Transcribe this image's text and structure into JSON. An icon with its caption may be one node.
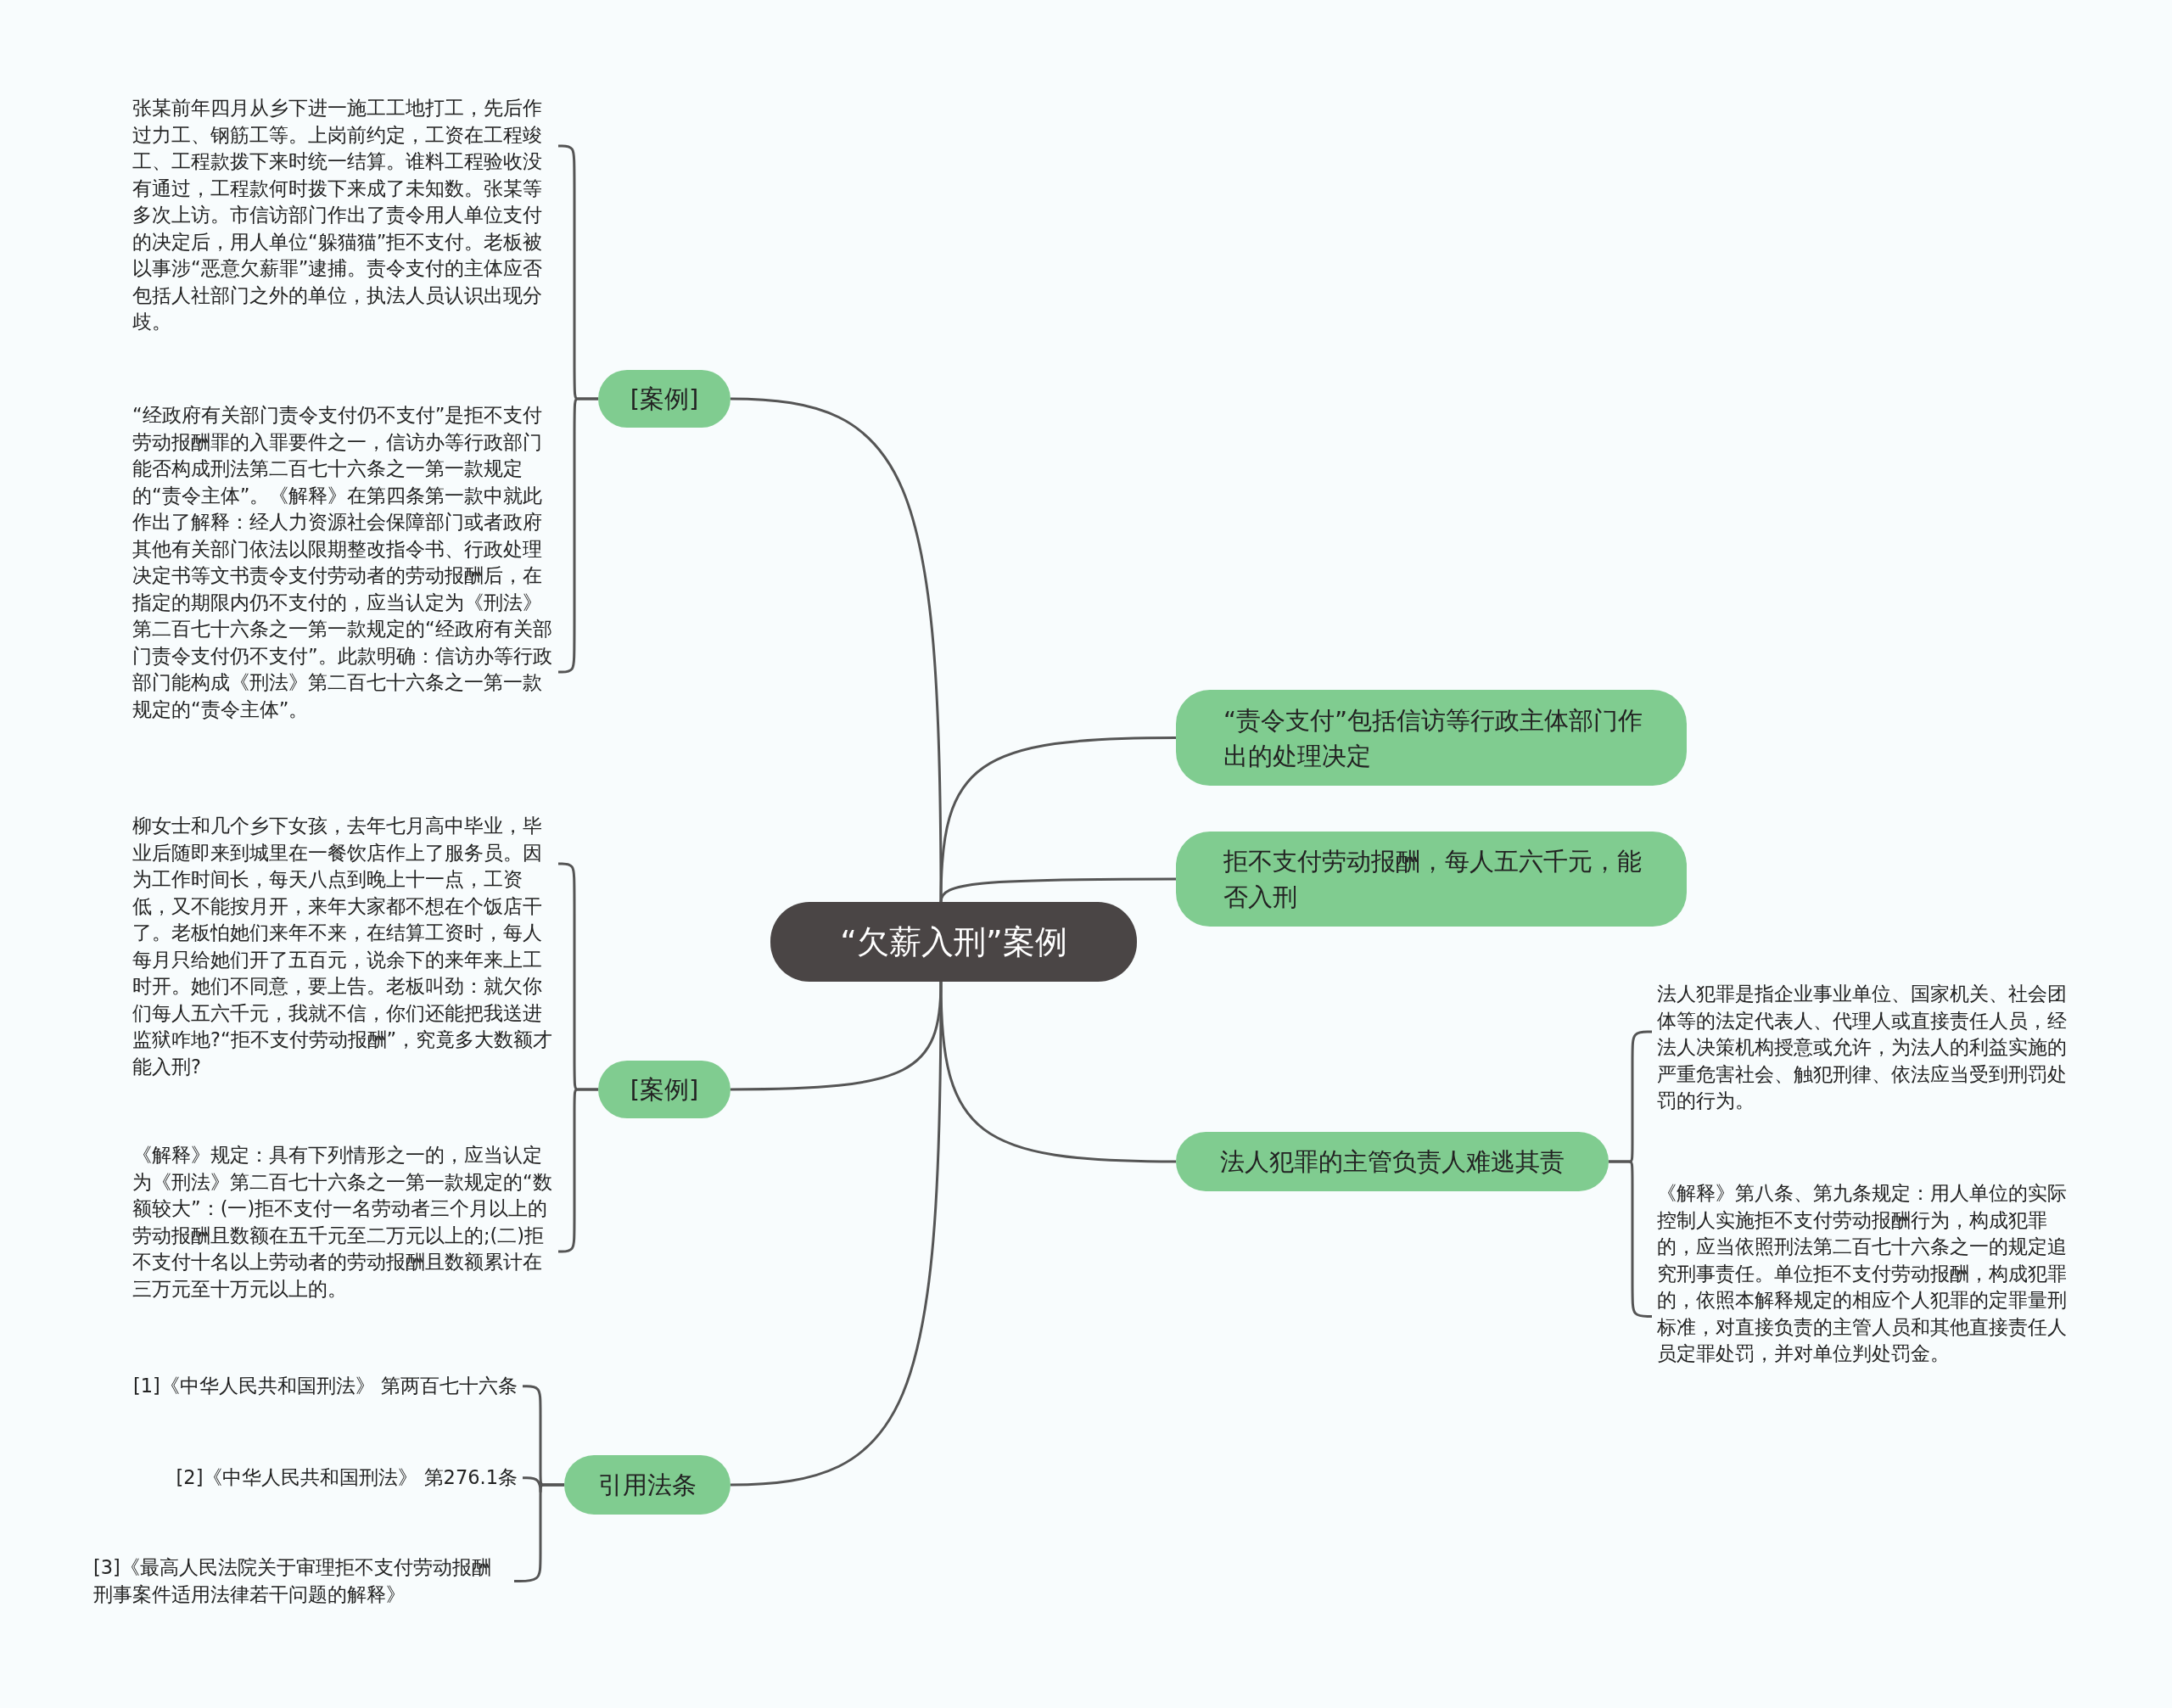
{
  "diagram": {
    "nodes": [
      {
        "text": [
          "“欠薪入刑”案例"
        ]
      },
      {
        "text": [
          "[案例]"
        ]
      },
      {
        "text": [
          "张某前年四月从乡下进一施工工地打工，先后作过力工、钢筋工等。上岗前约定，工资在工程竣工、工程款拨下来时统一结算。谁料工程验收没有通过，工程款何时拨下来成了未知数。张某等多次上访。市信访部门作出了责令用人单位支付的决定后，用人单位“躲猫猫”拒不支付。老板被以事涉“恶意欠薪罪”逮捕。责令支付的主体应否包括人社部门之外的单位，执法人员认识出现分歧。"
        ]
      },
      {
        "text": [
          "“经政府有关部门责令支付仍不支付”是拒不支付劳动报酬罪的入罪要件之一，信访办等行政部门能否构成刑法第二百七十六条之一第一款规定的“责令主体”。《解释》在第四条第一款中就此作出了解释：经人力资源社会保障部门或者政府其他有关部门依法以限期整改指令书、行政处理决定书等文书责令支付劳动者的劳动报酬后，在指定的期限内仍不支付的，应当认定为《刑法》第二百七十六条之一第一款规定的“经政府有关部门责令支付仍不支付”。此款明确：信访办等行政部门能构成《刑法》第二百七十六条之一第一款规定的“责令主体”。"
        ]
      },
      {
        "text": [
          "[案例]"
        ]
      },
      {
        "text": [
          "柳女士和几个乡下女孩，去年七月高中毕业，毕业后随即来到城里在一餐饮店作上了服务员。因为工作时间长，每天八点到晚上十一点，工资低，又不能按月开，来年大家都不想在个饭店干了。老板怕她们来年不来，在结算工资时，每人每月只给她们开了五百元，说余下的来年来上工时开。她们不同意，要上告。老板叫劲：就欠你们每人五六千元，我就不信，你们还能把我送进监狱咋地?“拒不支付劳动报酬”，究竟多大数额才能入刑?"
        ]
      },
      {
        "text": [
          "《解释》规定：具有下列情形之一的，应当认定为《刑法》第二百七十六条之一第一款规定的“数额较大”：(一)拒不支付一名劳动者三个月以上的劳动报酬且数额在五千元至二万元以上的;(二)拒不支付十名以上劳动者的劳动报酬且数额累计在三万元至十万元以上的。"
        ]
      },
      {
        "text": [
          "引用法条"
        ]
      },
      {
        "text": [
          "[1]《中华人民共和国刑法》 第两百七十六条"
        ]
      },
      {
        "text": [
          "[2]《中华人民共和国刑法》 第276.1条"
        ]
      },
      {
        "text": [
          "[3]《最高人民法院关于审理拒不支付劳动报酬刑事案件适用法律若干问题的解释》"
        ]
      },
      {
        "text": [
          "“责令支付”包括信访等行政主体部门作出的处理决定"
        ]
      },
      {
        "text": [
          "拒不支付劳动报酬，每人五六千元，能否入刑"
        ]
      },
      {
        "text": [
          "法人犯罪的主管负责人难逃其责"
        ]
      },
      {
        "text": [
          "法人犯罪是指企业事业单位、国家机关、社会团体等的法定代表人、代理人或直接责任人员，经法人决策机构授意或允许，为法人的利益实施的严重危害社会、触犯刑律、依法应当受到刑罚处罚的行为。"
        ]
      },
      {
        "text": [
          "《解释》第八条、第九条规定：用人单位的实际控制人实施拒不支付劳动报酬行为，构成犯罪的，应当依照刑法第二百七十六条之一的规定追究刑事责任。单位拒不支付劳动报酬，构成犯罪的，依照本解释规定的相应个人犯罪的定罪量刑标准，对直接负责的主管人员和其他直接责任人员定罪处罚，并对单位判处罚金。"
        ]
      }
    ],
    "edges": [
      {
        "from": 0,
        "to": 1,
        "arrow": "none"
      },
      {
        "from": 1,
        "to": 2,
        "arrow": "none"
      },
      {
        "from": 1,
        "to": 3,
        "arrow": "none"
      },
      {
        "from": 0,
        "to": 4,
        "arrow": "none"
      },
      {
        "from": 4,
        "to": 5,
        "arrow": "none"
      },
      {
        "from": 4,
        "to": 6,
        "arrow": "none"
      },
      {
        "from": 0,
        "to": 7,
        "arrow": "none"
      },
      {
        "from": 7,
        "to": 8,
        "arrow": "none"
      },
      {
        "from": 7,
        "to": 9,
        "arrow": "none"
      },
      {
        "from": 7,
        "to": 10,
        "arrow": "none"
      },
      {
        "from": 0,
        "to": 11,
        "arrow": "none"
      },
      {
        "from": 0,
        "to": 12,
        "arrow": "none"
      },
      {
        "from": 0,
        "to": 13,
        "arrow": "none"
      },
      {
        "from": 13,
        "to": 14,
        "arrow": "none"
      },
      {
        "from": 13,
        "to": 15,
        "arrow": "none"
      }
    ]
  }
}
